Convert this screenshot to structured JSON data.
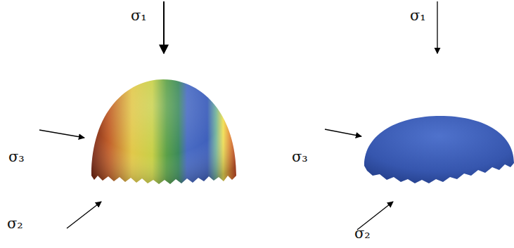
{
  "diagram": {
    "labels": [
      "σ₁",
      "σ₃",
      "σ₂",
      "σ₁",
      "σ₃",
      "σ₂"
    ]
  }
}
